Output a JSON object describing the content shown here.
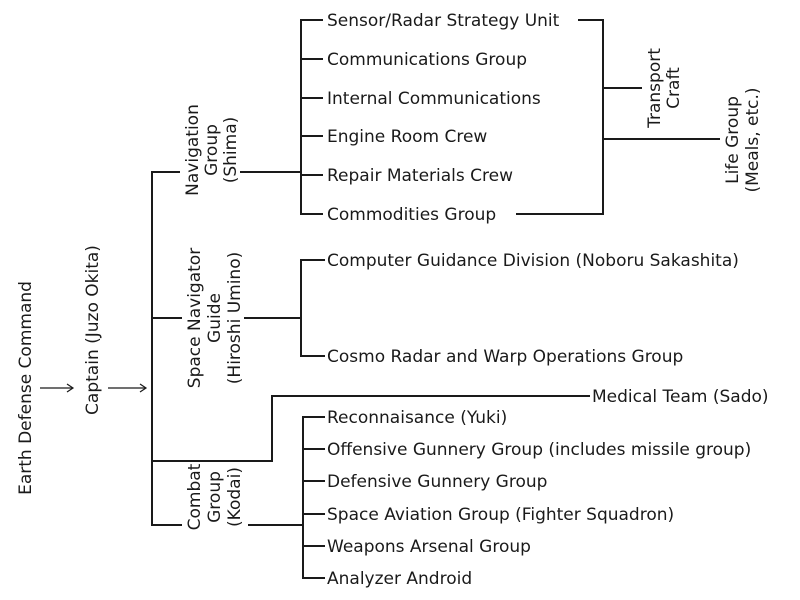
{
  "diagram": {
    "root": "Earth Defense Command",
    "captain": "Captain (Juzo Okita)",
    "navigation": {
      "label_lines": [
        "Navigation",
        "Group",
        "(Shima)"
      ],
      "items": [
        "Sensor/Radar Strategy Unit",
        "Communications Group",
        "Internal Communications",
        "Engine Room Crew",
        "Repair Materials Crew",
        "Commodities Group"
      ],
      "transport": [
        "Transport",
        "Craft"
      ],
      "life": [
        "Life Group",
        "(Meals, etc.)"
      ]
    },
    "space_navigator": {
      "label_lines": [
        "Space Navigator",
        "Guide",
        "(Hiroshi Umino)"
      ],
      "items": [
        "Computer Guidance Division (Noboru Sakashita)",
        "Cosmo Radar and Warp Operations Group"
      ]
    },
    "medical": "Medical Team (Sado)",
    "combat": {
      "label_lines": [
        "Combat",
        "Group",
        "(Kodai)"
      ],
      "items": [
        "Reconnaisance (Yuki)",
        "Offensive Gunnery Group (includes missile group)",
        "Defensive Gunnery Group",
        "Space Aviation Group (Fighter Squadron)",
        "Weapons Arsenal Group",
        "Analyzer Android"
      ]
    }
  }
}
